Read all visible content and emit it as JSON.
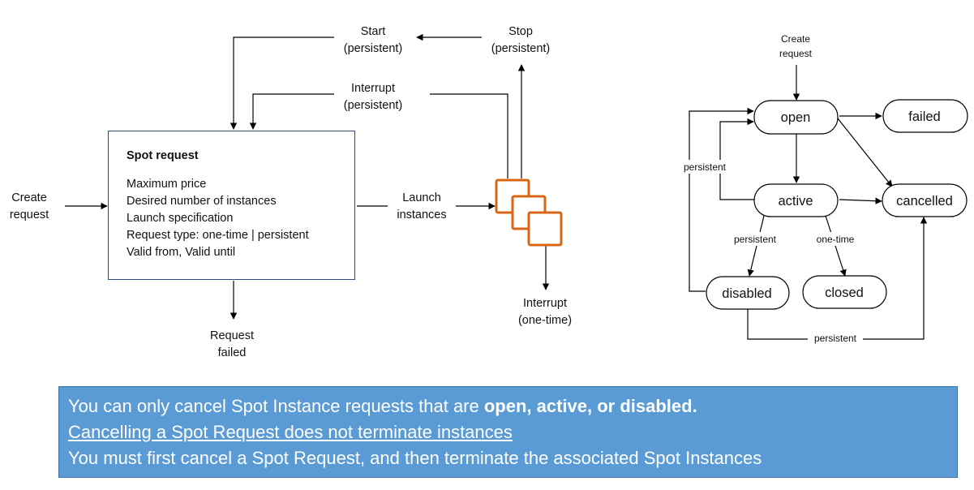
{
  "spot_request_flow": {
    "create_request": [
      "Create",
      "request"
    ],
    "request_failed": [
      "Request",
      "failed"
    ],
    "start_persistent": [
      "Start",
      "(persistent)"
    ],
    "stop_persistent": [
      "Stop",
      "(persistent)"
    ],
    "interrupt_persistent": [
      "Interrupt",
      "(persistent)"
    ],
    "launch_instances": [
      "Launch",
      "instances"
    ],
    "interrupt_one_time": [
      "Interrupt",
      "(one-time)"
    ],
    "spot_box": {
      "title": "Spot request",
      "fields": [
        "Maximum price",
        "Desired number of instances",
        "Launch specification",
        "Request type: one-time | persistent",
        "Valid from, Valid until"
      ]
    }
  },
  "state_diagram": {
    "create_request": [
      "Create",
      "request"
    ],
    "states": {
      "open": "open",
      "failed": "failed",
      "active": "active",
      "cancelled": "cancelled",
      "disabled": "disabled",
      "closed": "closed"
    },
    "edge_labels": {
      "persistent_loop": "persistent",
      "persistent_active_disabled": "persistent",
      "one_time_active_closed": "one-time",
      "persistent_disabled_cancelled": "persistent"
    }
  },
  "info_banner": {
    "line1_prefix": "You can only cancel Spot Instance requests that are ",
    "line1_bold": "open, active, or disabled.",
    "line2": "Cancelling a Spot Request does not terminate instances",
    "line3": "You must first cancel a Spot Request, and then terminate the associated Spot Instances"
  },
  "colors": {
    "banner_background": "#5b9bd5",
    "banner_text": "#ffffff",
    "instance_icon": "#d86613",
    "box_border": "#2b4f7a"
  },
  "icons": [
    "instance-stack-icon"
  ]
}
